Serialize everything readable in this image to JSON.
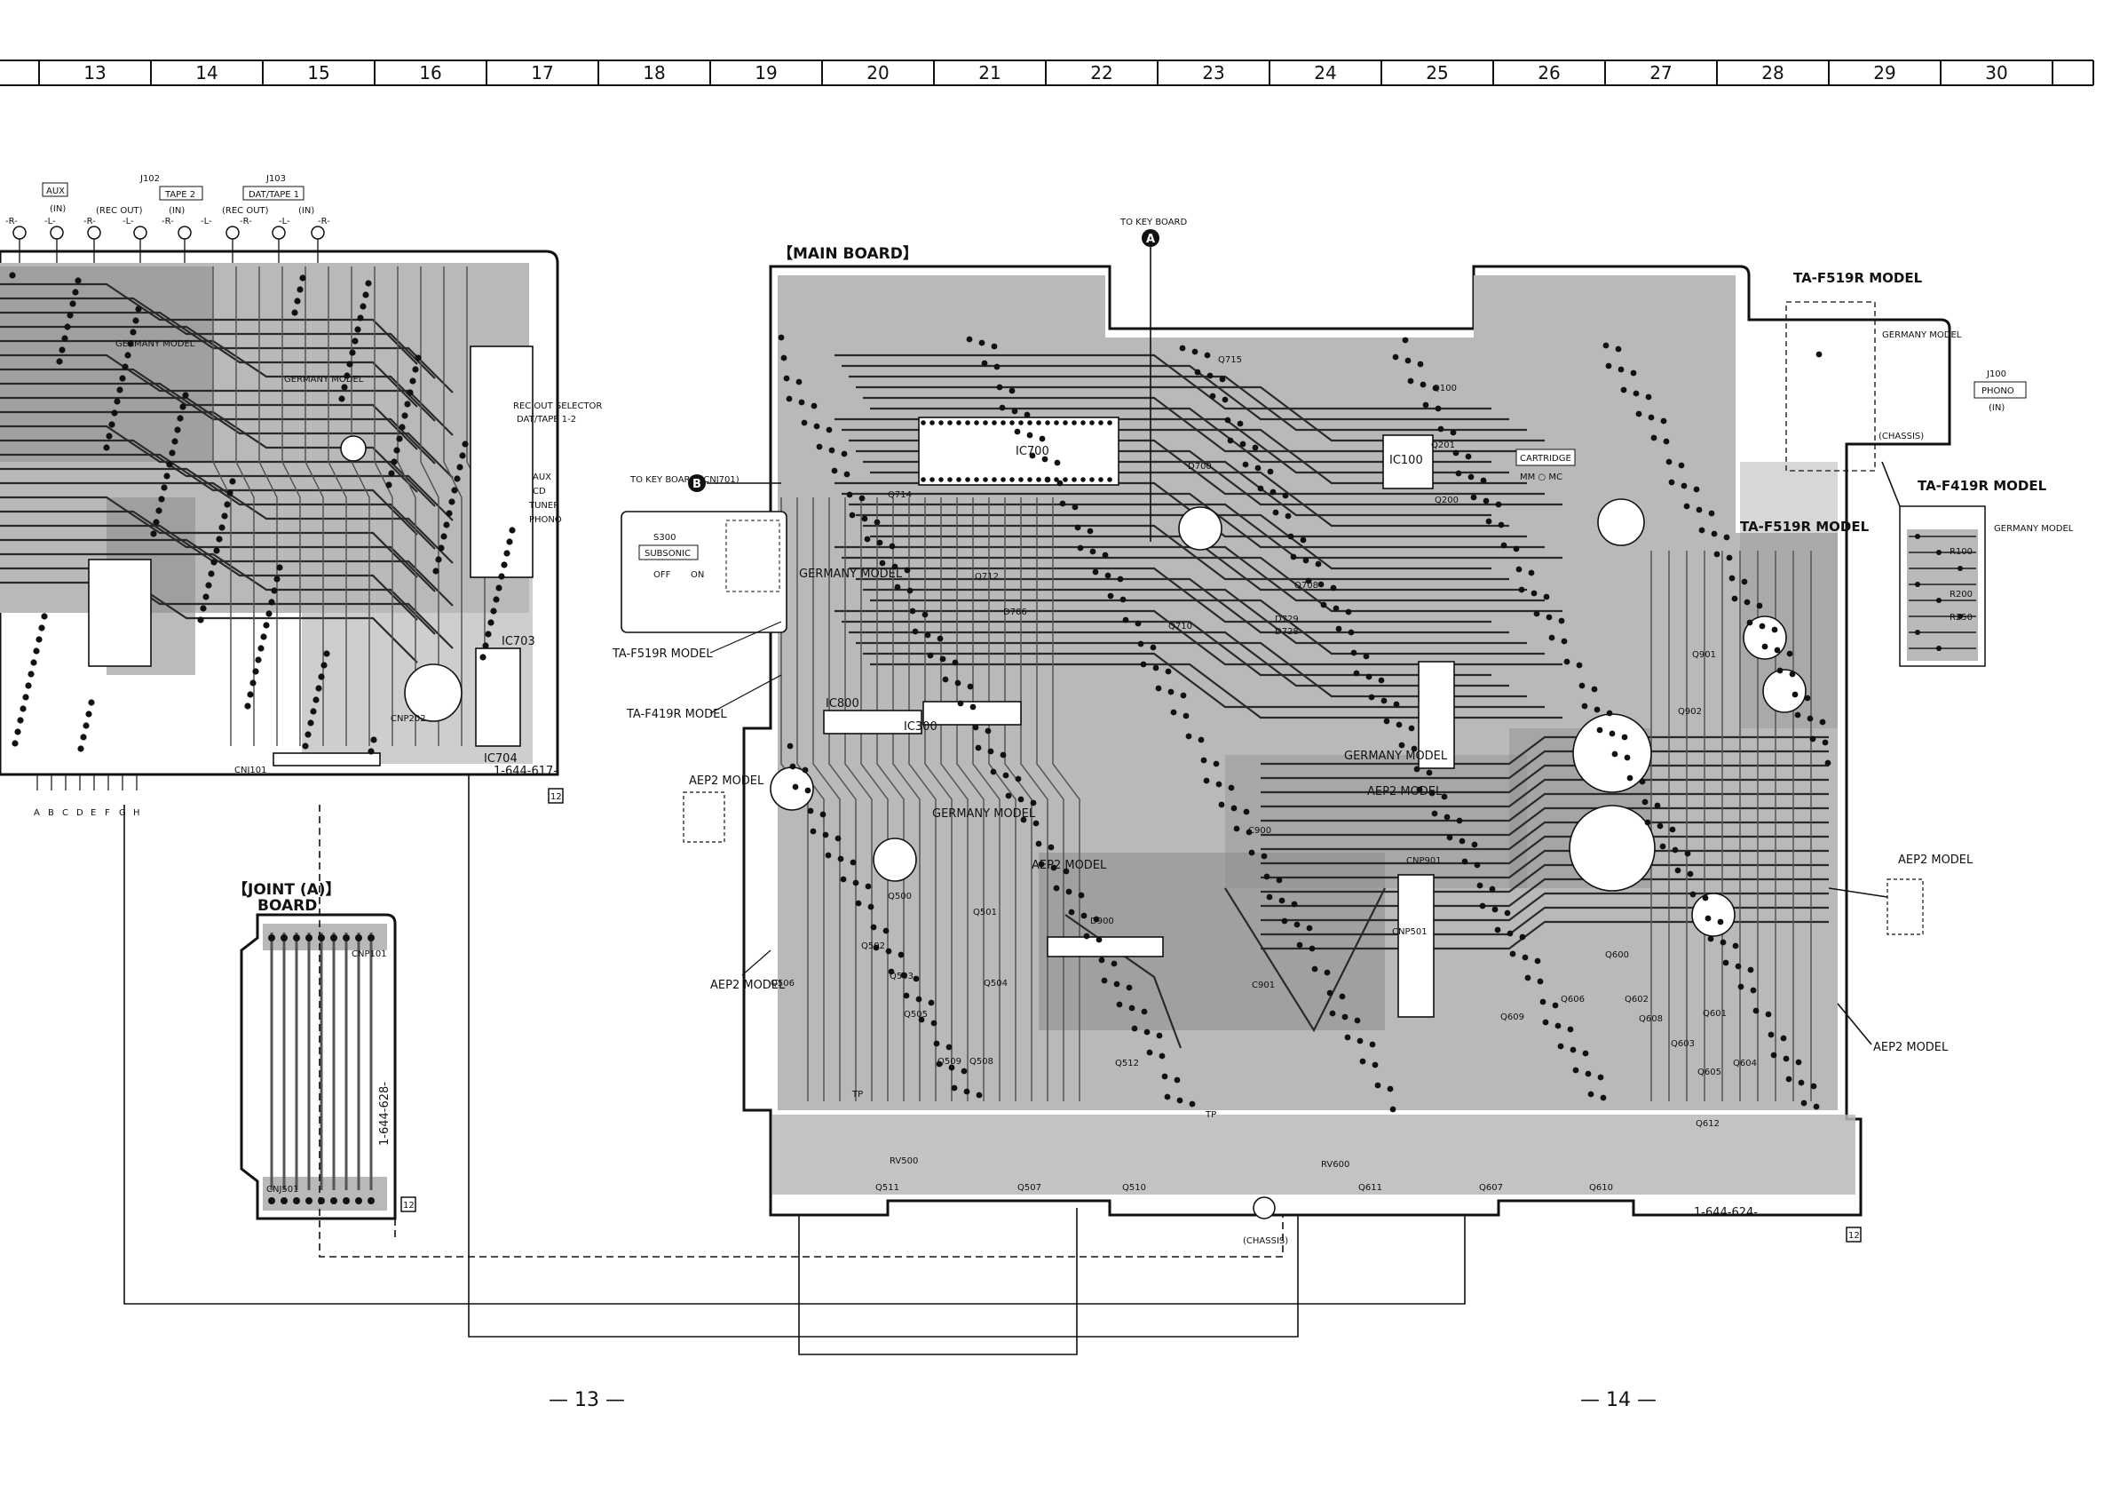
{
  "grid": {
    "columns": [
      "13",
      "14",
      "15",
      "16",
      "17",
      "18",
      "19",
      "20",
      "21",
      "22",
      "23",
      "24",
      "25",
      "26",
      "27",
      "28",
      "29",
      "30"
    ]
  },
  "page_numbers": {
    "left": "— 13 —",
    "right": "— 14 —"
  },
  "connectors": {
    "aux": "AUX",
    "aux_in": "(IN)",
    "j102": "J102",
    "tape2": "TAPE 2",
    "rec_out_1": "(REC OUT)",
    "in_1": "(IN)",
    "j103": "J103",
    "dat_tape1": "DAT/TAPE 1",
    "rec_out_2": "(REC OUT)",
    "in_2": "(IN)",
    "lr": [
      "-R-",
      "-L-",
      "-R-",
      "-L-",
      "-R-",
      "-L-",
      "-R-",
      "-L-",
      "-R-"
    ]
  },
  "left_board": {
    "labels": [
      "GERMANY MODEL",
      "GERMANY MODEL",
      "REC OUT SELECTOR",
      "DAT/TAPE 1-2",
      "AUX",
      "CD",
      "TUNER",
      "PHONO",
      "IC703",
      "IC704",
      "CNP202",
      "CNJ101"
    ],
    "part_number": "1-644-617-",
    "rev": "12",
    "pins": [
      "A",
      "B",
      "C",
      "D",
      "E",
      "F",
      "G",
      "H"
    ]
  },
  "joint_board": {
    "title": "【JOINT (A)】",
    "subtitle": "BOARD",
    "connector_top": "CNP101",
    "connector_bottom": "CNJ501",
    "part_number": "1-644-628-",
    "rev": "12"
  },
  "main_board": {
    "title": "【MAIN BOARD】",
    "to_key_board_a": "TO KEY BOARD",
    "marker_a": "A",
    "to_key_board_b": "TO KEY BOARD (CNJ701)",
    "marker_b": "B",
    "subsonic_box": {
      "s300": "S300",
      "subsonic": "SUBSONIC",
      "off": "OFF",
      "on": "ON"
    },
    "callouts": [
      "TA-F519R MODEL",
      "TA-F419R MODEL",
      "AEP2 MODEL",
      "AEP2 MODEL",
      "GERMANY MODEL",
      "GERMANY MODEL",
      "AEP2 MODEL",
      "AEP2 MODEL",
      "GERMANY MODEL"
    ],
    "ics": [
      "IC700",
      "IC800",
      "IC300",
      "IC100"
    ],
    "parts": [
      "Q714",
      "Q715",
      "D700",
      "Q708",
      "Q710",
      "Q712",
      "D706",
      "D729",
      "D728",
      "Q500",
      "Q501",
      "Q502",
      "Q503",
      "Q504",
      "Q505",
      "Q506",
      "Q507",
      "Q508",
      "Q509",
      "Q510",
      "Q511",
      "Q512",
      "D900",
      "Q600",
      "Q601",
      "Q602",
      "Q603",
      "Q604",
      "Q605",
      "Q606",
      "Q607",
      "Q608",
      "Q609",
      "Q610",
      "Q611",
      "Q612",
      "Q901",
      "Q902",
      "Q100",
      "Q200",
      "Q201",
      "RV500",
      "RV600",
      "CNP901",
      "CNP501",
      "C900",
      "C901"
    ],
    "cartridge": "CARTRIDGE",
    "mm_mc": "MM ○ MC",
    "tp": "TP",
    "chassis": "(CHASSIS)",
    "part_number": "1-644-624-",
    "rev": "12",
    "top_right_model": "TA-F519R MODEL",
    "germany_model": "GERMANY MODEL",
    "j100": "J100",
    "phono": "PHONO",
    "phono_in": "(IN)",
    "chassis_small": "(CHASSIS)",
    "ta_f519r_mid": "TA-F519R MODEL"
  },
  "side_inset": {
    "title": "TA-F419R MODEL",
    "germany": "GERMANY MODEL",
    "parts": [
      "R100",
      "R200",
      "R250"
    ]
  },
  "right_callouts": {
    "aep2_top": "AEP2 MODEL",
    "aep2_bottom": "AEP2 MODEL"
  }
}
